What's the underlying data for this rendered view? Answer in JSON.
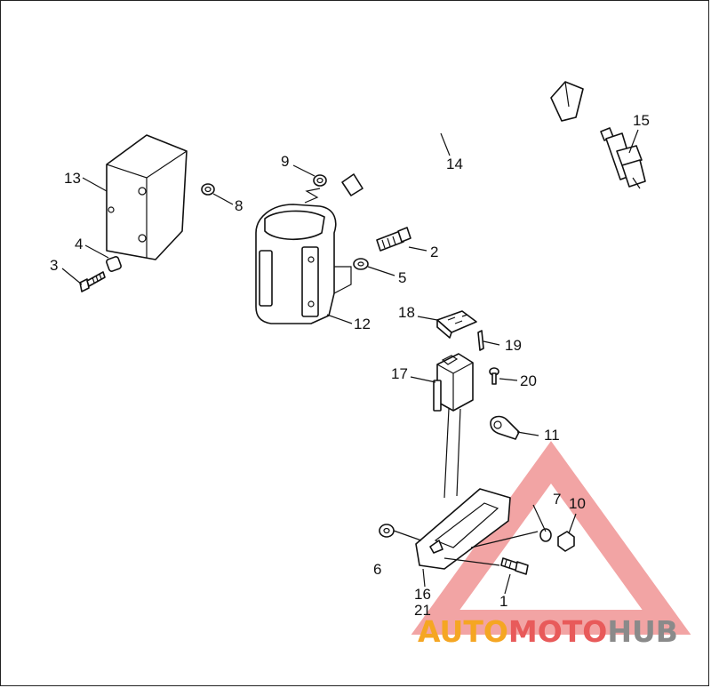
{
  "callouts": {
    "c1": "1",
    "c2": "2",
    "c3": "3",
    "c4": "4",
    "c5": "5",
    "c6": "6",
    "c7": "7",
    "c8": "8",
    "c9": "9",
    "c10": "10",
    "c11": "11",
    "c12": "12",
    "c13": "13",
    "c14": "14",
    "c15": "15",
    "c16": "16",
    "c17": "17",
    "c18": "18",
    "c19": "19",
    "c20": "20",
    "c21": "21"
  },
  "watermark": {
    "part1": "AUTO",
    "part2": "MOTO",
    "part3": "HUB",
    "color_orange": "#f5a623",
    "color_red": "#e85a5a",
    "color_grey": "#8a8a8a"
  }
}
